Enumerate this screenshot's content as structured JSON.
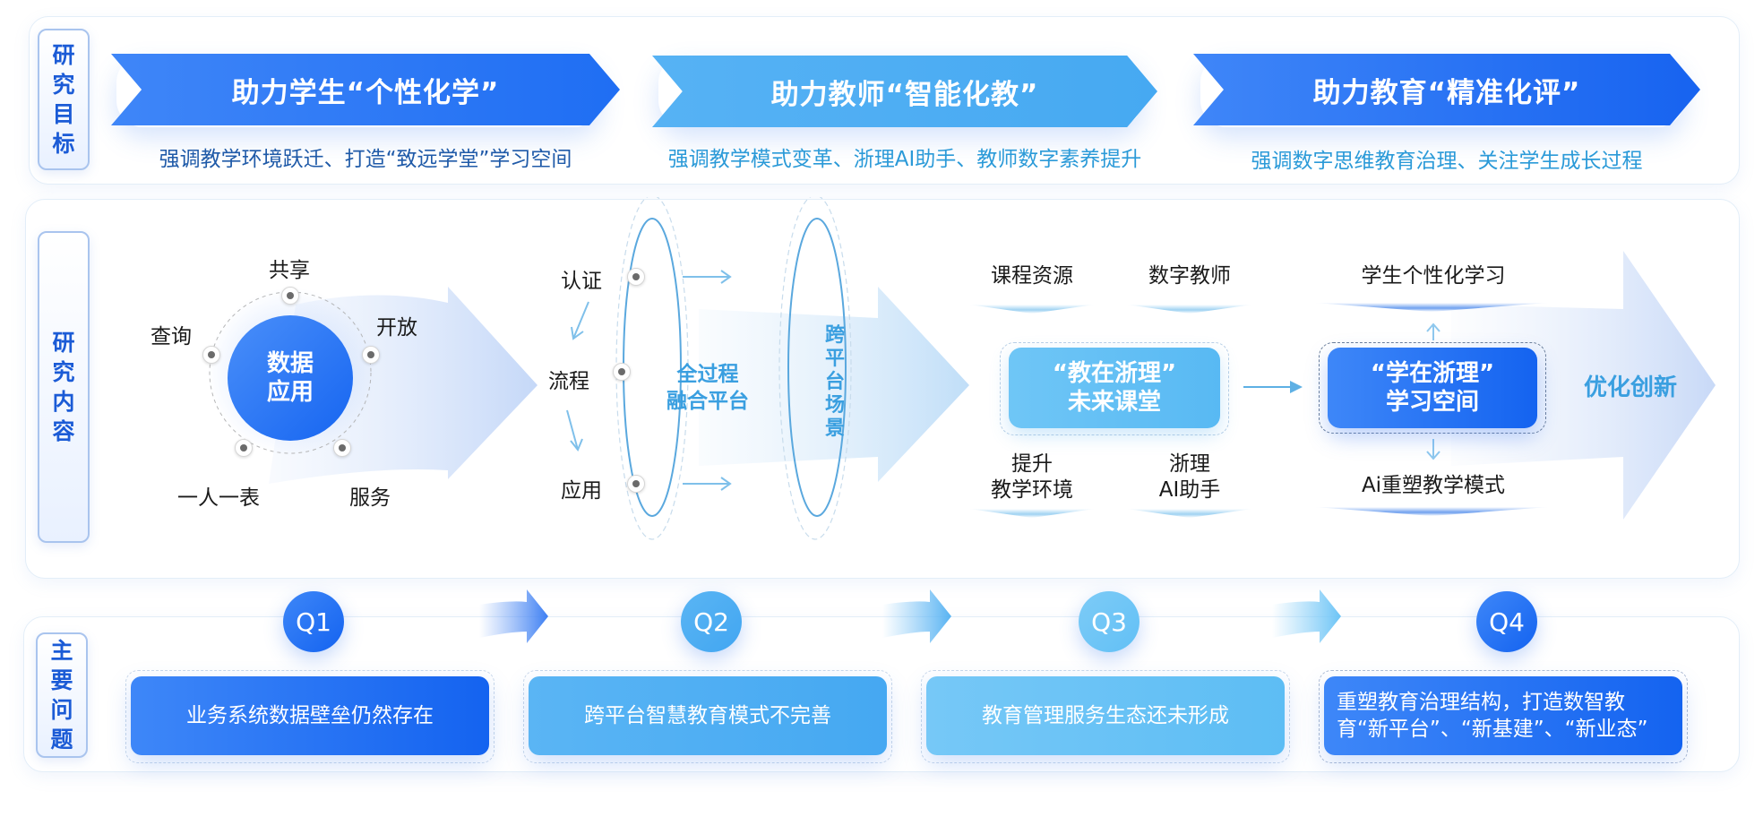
{
  "sections": {
    "goals_label": [
      "研",
      "究",
      "目",
      "标"
    ],
    "content_label": [
      "研",
      "究",
      "内",
      "容"
    ],
    "problems_label": [
      "主",
      "要",
      "问",
      "题"
    ]
  },
  "goals": [
    {
      "title": "助力学生“个性化学”",
      "subtitle": "强调教学环境跃迁、打造“致远学堂”学习空间",
      "subtitle_color": "#1f5aa8"
    },
    {
      "title": "助力教师“智能化教”",
      "subtitle": "强调教学模式变革、浙理AI助手、教师数字素养提升",
      "subtitle_color": "#2b9ad8"
    },
    {
      "title": "助力教育“精准化评”",
      "subtitle": "强调数字思维教育治理、关注学生成长过程",
      "subtitle_color": "#2b9ad8"
    }
  ],
  "content": {
    "data_app": {
      "center": [
        "数据",
        "应用"
      ],
      "nodes": [
        "共享",
        "开放",
        "服务",
        "一人一表",
        "查询"
      ]
    },
    "flow": {
      "steps": [
        "认证",
        "流程",
        "应用"
      ],
      "platform": [
        "全过程",
        "融合平台"
      ],
      "cross": [
        "跨",
        "平",
        "台",
        "场",
        "景"
      ]
    },
    "classroom": {
      "top": [
        "课程资源",
        "数字教师"
      ],
      "center": [
        "“教在浙理”",
        "未来课堂"
      ],
      "bottom": [
        [
          "提升",
          "教学环境"
        ],
        [
          "浙理",
          "AI助手"
        ]
      ]
    },
    "learning": {
      "top": "学生个性化学习",
      "center": [
        "“学在浙理”",
        "学习空间"
      ],
      "bottom": "Ai重塑教学模式"
    },
    "outcome": "优化创新"
  },
  "problems": [
    {
      "id": "Q1",
      "text": "业务系统数据壁垒仍然存在"
    },
    {
      "id": "Q2",
      "text": "跨平台智慧教育模式不完善"
    },
    {
      "id": "Q3",
      "text": "教育管理服务生态还未形成"
    },
    {
      "id": "Q4",
      "text": "重塑教育治理结构，打造数智教育“新平台”、“新基建”、“新业态”"
    }
  ],
  "colors": {
    "primary_blue": "#1f6ef3",
    "sky_blue": "#46a9f2",
    "light_cyan": "#6cc6f6",
    "label_blue": "#1b5bd6",
    "accent_text": "#3a9fe0"
  }
}
